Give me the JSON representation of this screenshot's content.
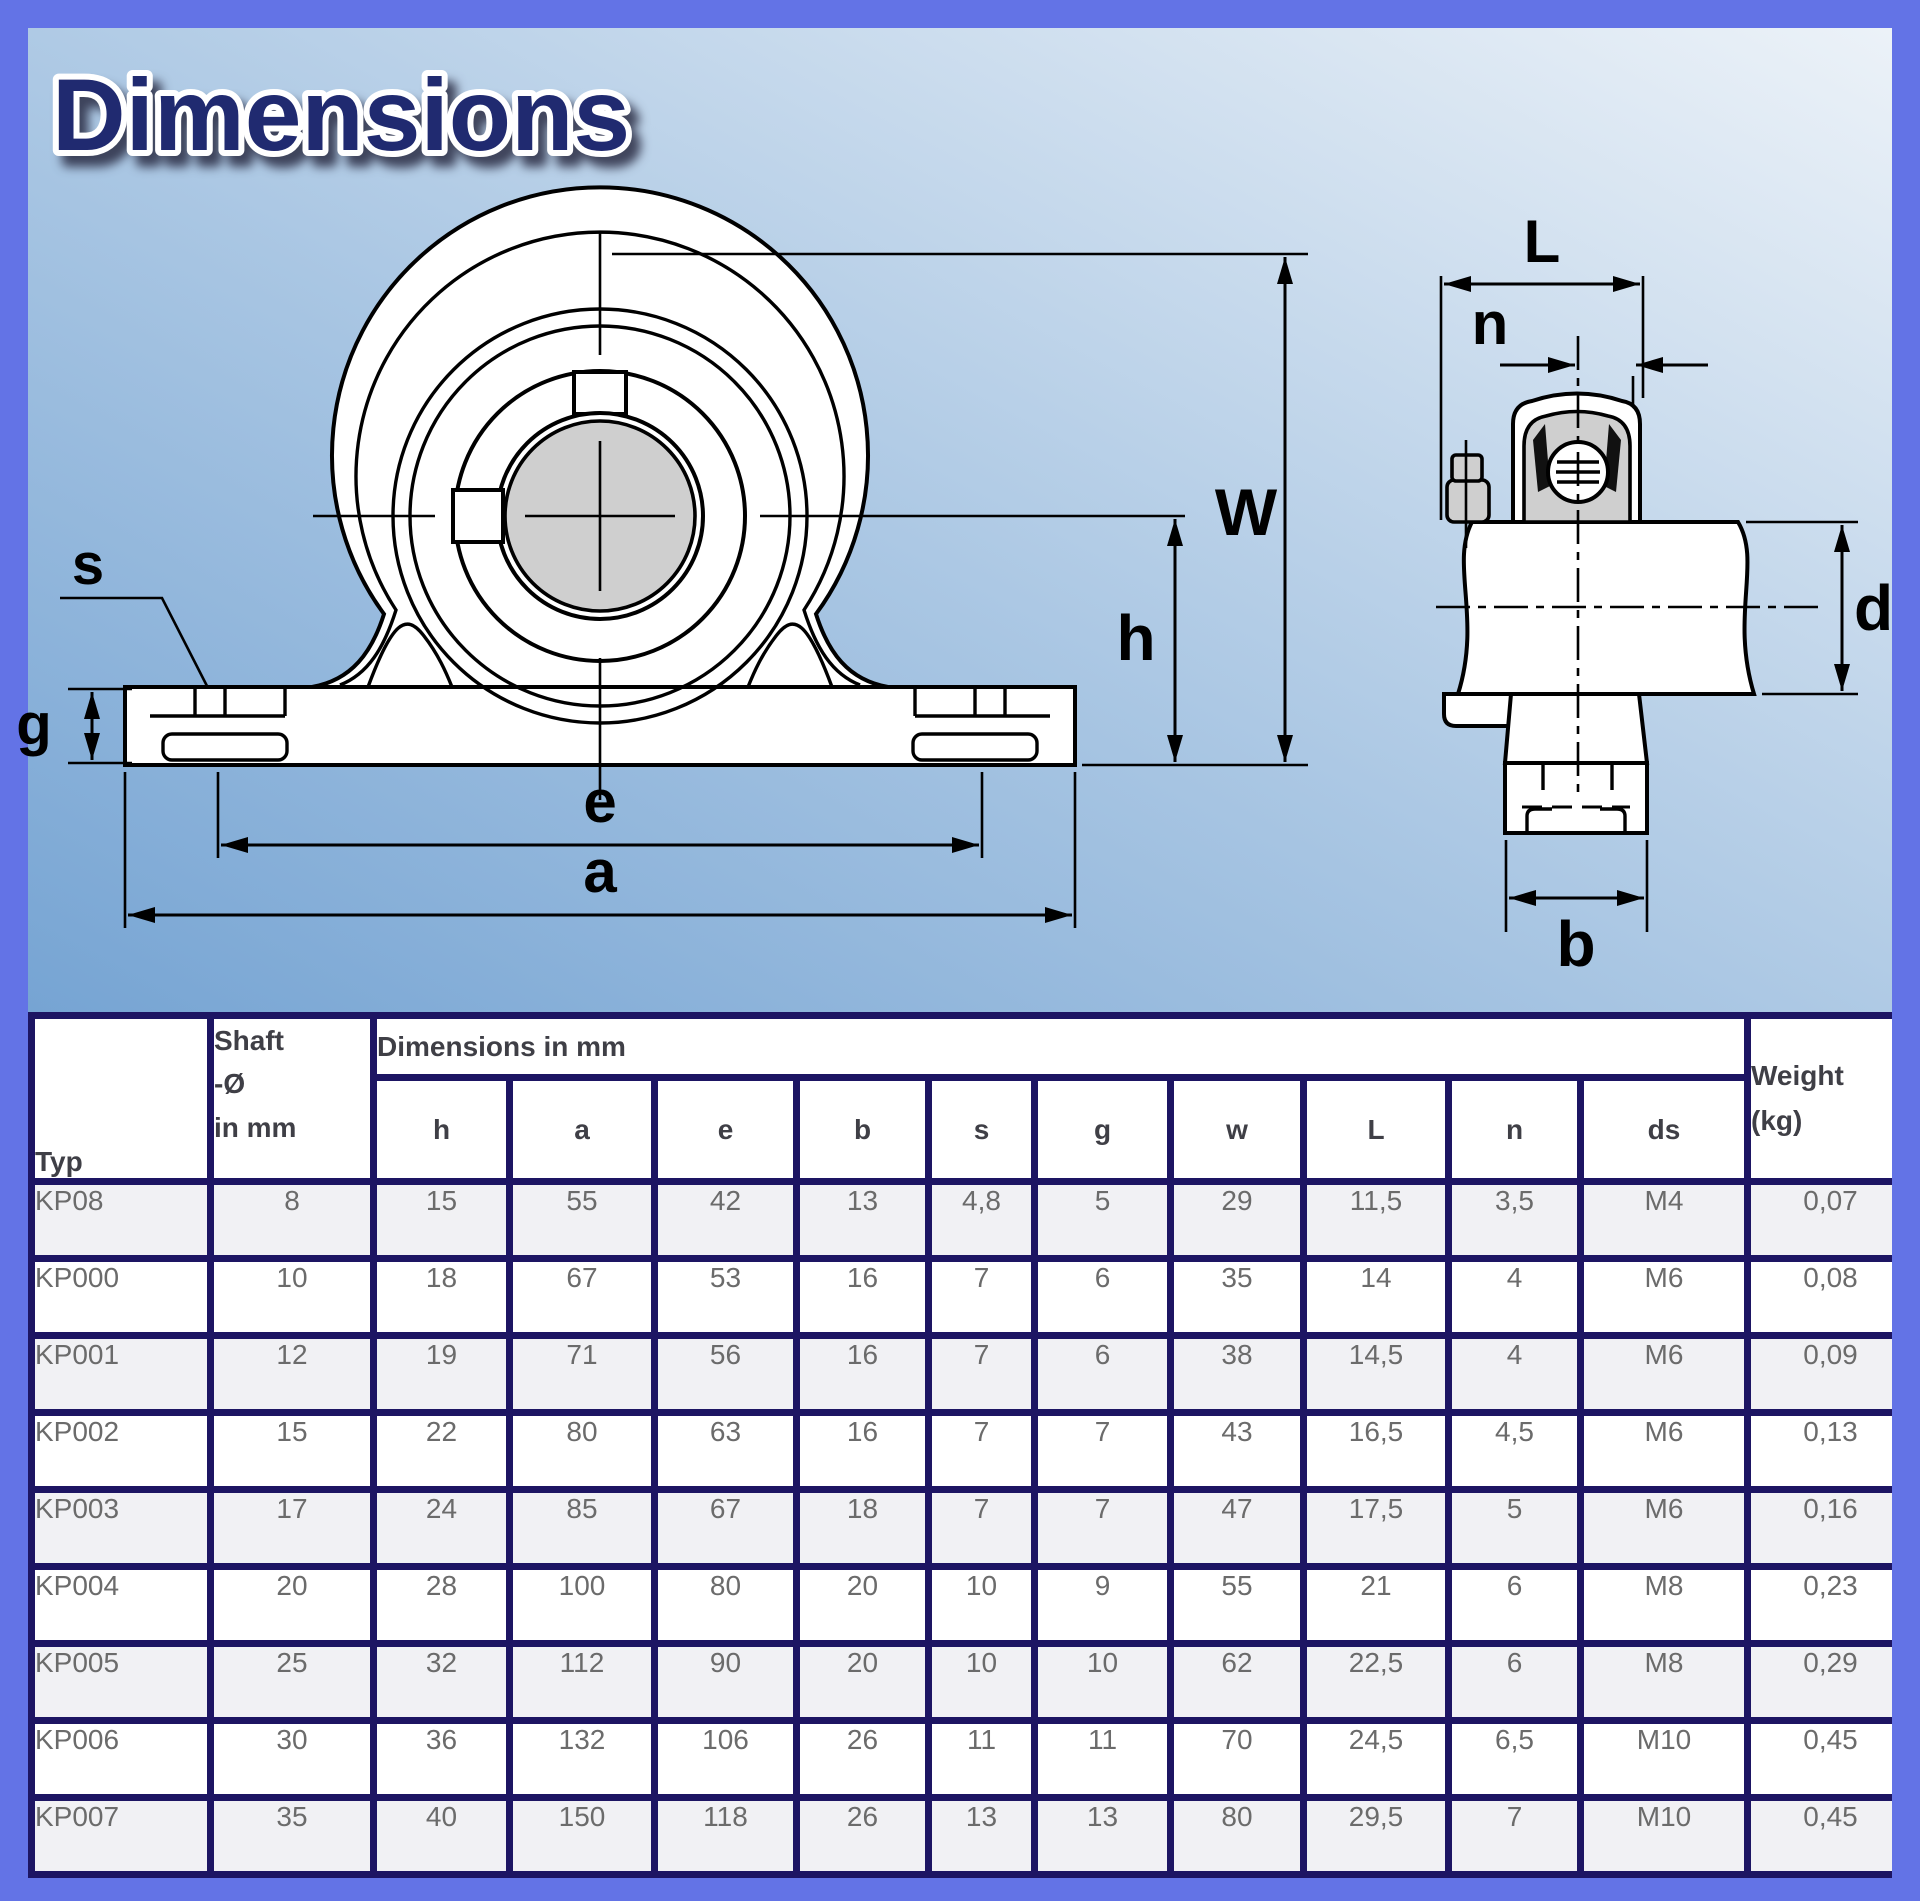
{
  "page": {
    "title": "Dimensions"
  },
  "colors": {
    "frame": "#6373e6",
    "table_border": "#1d1563",
    "typ_link": "#7e9bd0",
    "panel_gradient_start": "#76a4d3",
    "panel_gradient_end": "#ecf2f8"
  },
  "drawing": {
    "front_labels": {
      "s": "s",
      "g": "g",
      "e": "e",
      "a": "a",
      "h": "h",
      "W": "W"
    },
    "side_labels": {
      "L": "L",
      "n": "n",
      "d": "d",
      "b": "b"
    }
  },
  "table": {
    "header": {
      "typ": "Typ",
      "shaft": "Shaft\n-Ø\nin mm",
      "dimensions_group": "Dimensions in mm",
      "dim_columns": [
        "h",
        "a",
        "e",
        "b",
        "s",
        "g",
        "w",
        "L",
        "n",
        "ds"
      ],
      "weight": "Weight\n(kg)"
    },
    "rows": [
      {
        "typ": "KP08",
        "shaft": "8",
        "values": [
          "15",
          "55",
          "42",
          "13",
          "4,8",
          "5",
          "29",
          "11,5",
          "3,5",
          "M4"
        ],
        "weight": "0,07"
      },
      {
        "typ": "KP000",
        "shaft": "10",
        "values": [
          "18",
          "67",
          "53",
          "16",
          "7",
          "6",
          "35",
          "14",
          "4",
          "M6"
        ],
        "weight": "0,08"
      },
      {
        "typ": "KP001",
        "shaft": "12",
        "values": [
          "19",
          "71",
          "56",
          "16",
          "7",
          "6",
          "38",
          "14,5",
          "4",
          "M6"
        ],
        "weight": "0,09"
      },
      {
        "typ": "KP002",
        "shaft": "15",
        "values": [
          "22",
          "80",
          "63",
          "16",
          "7",
          "7",
          "43",
          "16,5",
          "4,5",
          "M6"
        ],
        "weight": "0,13"
      },
      {
        "typ": "KP003",
        "shaft": "17",
        "values": [
          "24",
          "85",
          "67",
          "18",
          "7",
          "7",
          "47",
          "17,5",
          "5",
          "M6"
        ],
        "weight": "0,16"
      },
      {
        "typ": "KP004",
        "shaft": "20",
        "values": [
          "28",
          "100",
          "80",
          "20",
          "10",
          "9",
          "55",
          "21",
          "6",
          "M8"
        ],
        "weight": "0,23"
      },
      {
        "typ": "KP005",
        "shaft": "25",
        "values": [
          "32",
          "112",
          "90",
          "20",
          "10",
          "10",
          "62",
          "22,5",
          "6",
          "M8"
        ],
        "weight": "0,29"
      },
      {
        "typ": "KP006",
        "shaft": "30",
        "values": [
          "36",
          "132",
          "106",
          "26",
          "11",
          "11",
          "70",
          "24,5",
          "6,5",
          "M10"
        ],
        "weight": "0,45"
      },
      {
        "typ": "KP007",
        "shaft": "35",
        "values": [
          "40",
          "150",
          "118",
          "26",
          "13",
          "13",
          "80",
          "29,5",
          "7",
          "M10"
        ],
        "weight": "0,45"
      }
    ]
  }
}
